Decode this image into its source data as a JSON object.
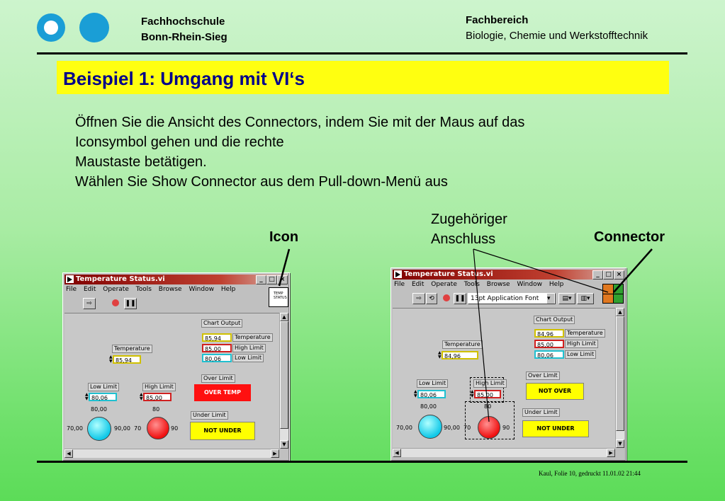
{
  "header": {
    "school_line1": "Fachhochschule",
    "school_line2": "Bonn-Rhein-Sieg",
    "dept_line1": "Fachbereich",
    "dept_line2": "Biologie, Chemie und Werkstofftechnik"
  },
  "title": "Beispiel 1: Umgang mit VI‘s",
  "body": {
    "line1": "Öffnen Sie die Ansicht des Connectors, indem Sie mit der Maus auf das",
    "line2": "Iconsymbol gehen und die rechte",
    "line3": "Maustaste betätigen.",
    "line4": "Wählen Sie Show Connector aus dem Pull-down-Menü aus"
  },
  "annotations": {
    "icon": "Icon",
    "zugeh_line1": "Zugehöriger",
    "zugeh_line2": "Anschluss",
    "connector": "Connector"
  },
  "window_left": {
    "title": "Temperature Status.vi",
    "menu": [
      "File",
      "Edit",
      "Operate",
      "Tools",
      "Browse",
      "Window",
      "Help"
    ],
    "icon_text": "TEMP STATUS",
    "chart_output_label": "Chart Output",
    "chart_values": [
      "85,94",
      "85,00",
      "80,06"
    ],
    "chart_labels": [
      "Temperature",
      "High Limit",
      "Low Limit"
    ],
    "temperature_label": "Temperature",
    "temperature_value": "85,94",
    "low_limit_label": "Low Limit",
    "low_limit_value": "80,06",
    "high_limit_label": "High Limit",
    "high_limit_value": "85,00",
    "over_limit_label": "Over Limit",
    "over_limit_text": "OVER TEMP",
    "under_limit_label": "Under Limit",
    "under_limit_text": "NOT UNDER",
    "knob1_top": "80,00",
    "knob1_left": "70,00",
    "knob1_right": "90,00",
    "knob2_top": "80",
    "knob2_left": "70",
    "knob2_right": "90"
  },
  "window_right": {
    "title": "Temperature Status.vi",
    "menu": [
      "File",
      "Edit",
      "Operate",
      "Tools",
      "Browse",
      "Window",
      "Help"
    ],
    "font_select": "13pt Application Font",
    "chart_output_label": "Chart Output",
    "chart_values": [
      "84,96",
      "85,00",
      "80,06"
    ],
    "chart_labels": [
      "Temperature",
      "High Limit",
      "Low Limit"
    ],
    "temperature_label": "Temperature",
    "temperature_value": "84,96",
    "low_limit_label": "Low Limit",
    "low_limit_value": "80,06",
    "high_limit_label": "High Limit",
    "high_limit_value": "85,00",
    "over_limit_label": "Over Limit",
    "over_limit_text": "NOT OVER",
    "under_limit_label": "Under Limit",
    "under_limit_text": "NOT UNDER",
    "knob1_top": "80,00",
    "knob1_left": "70,00",
    "knob1_right": "90,00",
    "knob2_top": "80",
    "knob2_left": "70",
    "knob2_right": "90"
  },
  "footer": "Kaul, Folie 10, gedruckt 11.01.02 21:44",
  "colors": {
    "title_bg": "#ffff10",
    "title_text": "#00008b",
    "logo": "#1a9ed6",
    "over_temp_led": "#ff1010",
    "not_led": "#ffff00"
  }
}
